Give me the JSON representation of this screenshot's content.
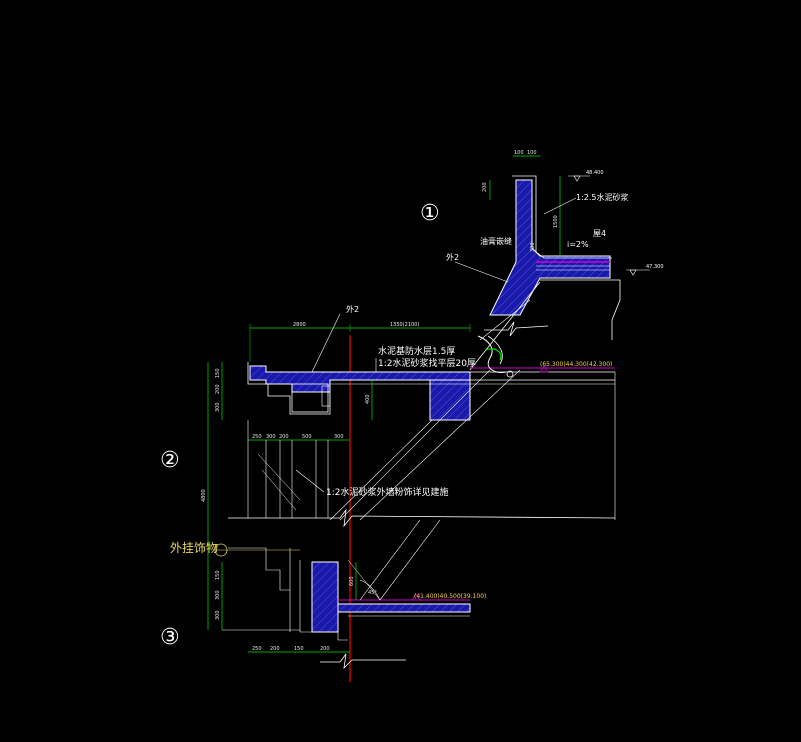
{
  "callouts": [
    "①",
    "②",
    "③"
  ],
  "notes": {
    "mortar_top": "1:2.5水泥砂浆",
    "asphalt": "油膏嵌缝",
    "outer_a": "外2",
    "outer_b": "外2",
    "waterproof_1": "水泥基防水层1.5厚",
    "waterproof_2": "1:2水泥砂浆找平层20厚",
    "mortar_finish": "1:2水泥砂浆外墙粉饰详见建施",
    "slope": "i=2%",
    "roof_tag": "屋4",
    "ornament_label": "外挂饰物"
  },
  "levels": {
    "top_right": "48.400",
    "roof_right": "47.300",
    "mid": "(65.300)44.300(42.300)",
    "low": "(41.400)40.500(39.100)"
  },
  "dimensions": {
    "top_h1": "100",
    "top_h2": "100",
    "parapet_h": "200",
    "parapet_v1": "1500",
    "parapet_v2": "300",
    "slab_w1": "2800",
    "slab_w2": "1350(2100)",
    "left_v1": "150",
    "left_v2": "200",
    "left_v3": "300",
    "left_total": "4800",
    "beam_v": "400",
    "bottom_1": "250",
    "bottom_2": "300",
    "bottom_3": "200",
    "bottom_4": "500",
    "bottom_5": "300",
    "lower_v1": "150",
    "lower_v2": "300",
    "lower_v3": "300",
    "lower_beam": "600",
    "lower_w1": "250",
    "lower_w2": "200",
    "lower_w3": "150",
    "lower_w4": "200"
  },
  "colors": {
    "background": "#000000",
    "concrete": "#1a1aa8",
    "outline": "#ffffff",
    "dim_line": "#00e000",
    "axis": "#e00000",
    "accent": "#d000d0",
    "level_text": "#ffd23f"
  }
}
